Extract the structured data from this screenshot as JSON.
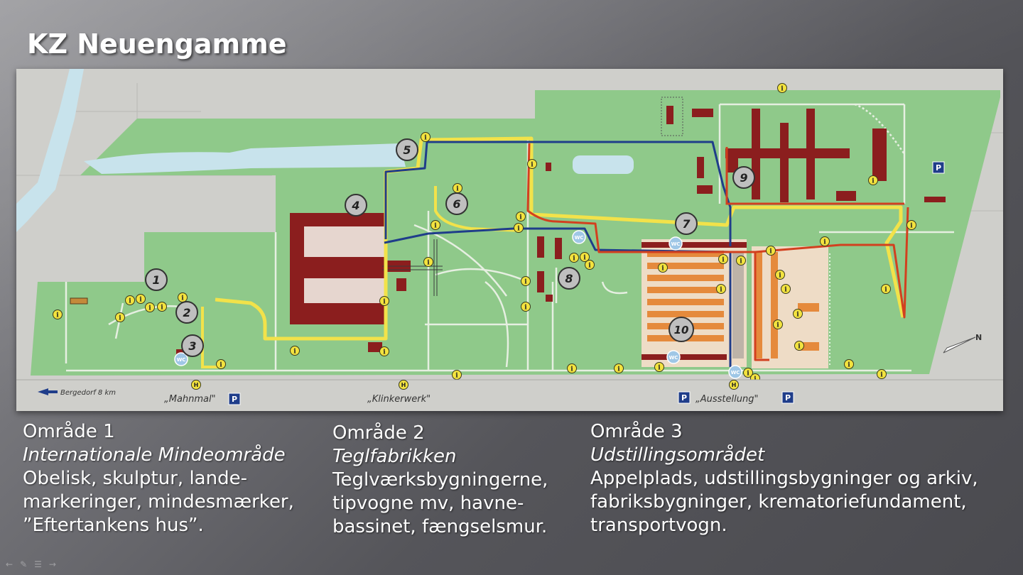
{
  "slide": {
    "title": "KZ Neuengamme"
  },
  "map": {
    "labels": {
      "bergedorf": "Bergedorf 8 km",
      "mahnmal": "„Mahnmal\"",
      "klinkerwerk": "„Klinkerwerk\"",
      "ausstellung": "„Ausstellung\"",
      "parking": "P",
      "wc": "WC",
      "info": "i",
      "haltestelle": "H",
      "north": "N"
    },
    "markers": [
      "1",
      "2",
      "3",
      "4",
      "5",
      "6",
      "7",
      "8",
      "9",
      "10"
    ],
    "colors": {
      "land_green": "#8fc98a",
      "outside_grey": "#c9c9c6",
      "building_red": "#8b1e1e",
      "route_yellow": "#f2e24a",
      "route_blue": "#1f3d8a",
      "route_red": "#d2401f",
      "water": "#c8e3ec"
    }
  },
  "areas": [
    {
      "heading": "Område 1",
      "subtitle": "Internationale Mindeområde",
      "lines": [
        "Obelisk, skulptur, lande-",
        "markeringer, mindesmærker,",
        "”Eftertankens hus”."
      ]
    },
    {
      "heading": "Område 2",
      "subtitle": "Teglfabrikken",
      "lines": [
        "Teglværksbygningerne,",
        "tipvogne mv, havne-",
        "bassinet, fængselsmur."
      ]
    },
    {
      "heading": "Område 3",
      "subtitle": "Udstillingsområdet",
      "lines": [
        "Appelplads, udstillingsbygninger og arkiv,",
        "fabriksbygninger, krematoriefundament,",
        "transportvogn."
      ]
    }
  ]
}
